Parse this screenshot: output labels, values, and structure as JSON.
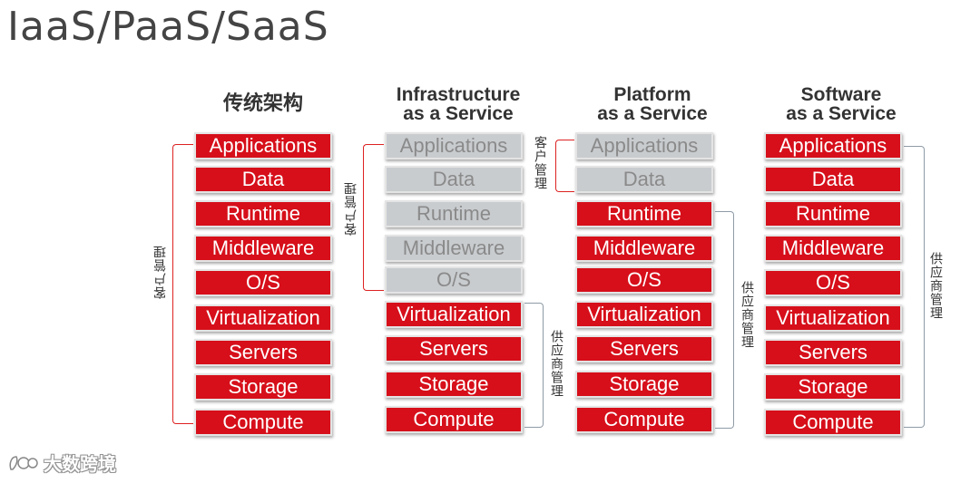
{
  "title": "IaaS/PaaS/SaaS",
  "columns": [
    {
      "header": [
        "传统架构"
      ],
      "items": [
        "Applications",
        "Data",
        "Runtime",
        "Middleware",
        "O/S",
        "Virtualization",
        "Servers",
        "Storage",
        "Compute"
      ],
      "customer_label": "客户管理",
      "vendor_label": ""
    },
    {
      "header": [
        "Infrastructure",
        "as a Service"
      ],
      "items": [
        "Applications",
        "Data",
        "Runtime",
        "Middleware",
        "O/S",
        "Virtualization",
        "Servers",
        "Storage",
        "Compute"
      ],
      "customer_label": "客户管理",
      "vendor_label": "供应商管理"
    },
    {
      "header": [
        "Platform",
        "as a Service"
      ],
      "items": [
        "Applications",
        "Data",
        "Runtime",
        "Middleware",
        "O/S",
        "Virtualization",
        "Servers",
        "Storage",
        "Compute"
      ],
      "customer_label": "客户管理",
      "vendor_label": "供应商管理"
    },
    {
      "header": [
        "Software",
        "as a Service"
      ],
      "items": [
        "Applications",
        "Data",
        "Runtime",
        "Middleware",
        "O/S",
        "Virtualization",
        "Servers",
        "Storage",
        "Compute"
      ],
      "customer_label": "",
      "vendor_label": "供应商管理"
    }
  ],
  "watermark": "大数跨境",
  "colors": {
    "managed": "#d60f1a",
    "customer": "#c9cccf",
    "bracket_red": "#dd2222",
    "bracket_gray": "#8e9ba6"
  }
}
